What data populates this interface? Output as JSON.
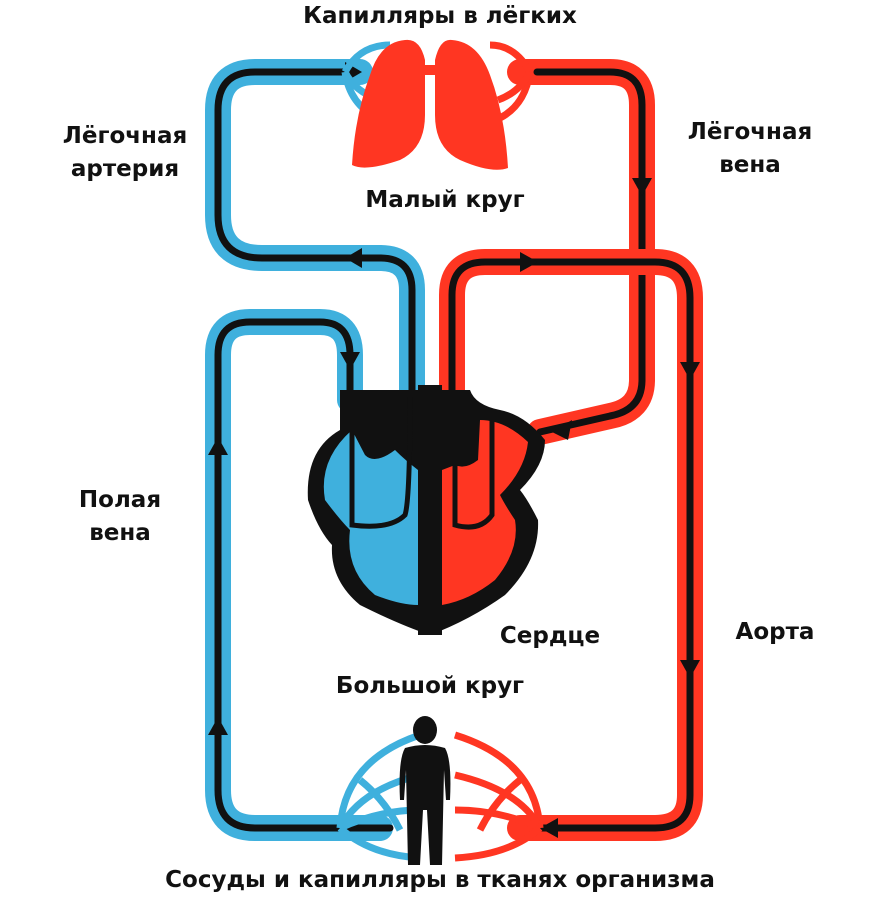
{
  "colors": {
    "deoxygenated": "#3fb0dd",
    "oxygenated": "#ff3622",
    "flow_line": "#111111",
    "heart_outline": "#111111"
  },
  "labels": {
    "lung_capillaries": "Капилляры в лёгких",
    "pulmonary_artery_line1": "Лёгочная",
    "pulmonary_artery_line2": "артерия",
    "pulmonary_vein_line1": "Лёгочная",
    "pulmonary_vein_line2": "вена",
    "small_circle": "Малый круг",
    "vena_cava_line1": "Полая",
    "vena_cava_line2": "вена",
    "heart": "Сердце",
    "aorta": "Аорта",
    "big_circle": "Большой круг",
    "tissue_capillaries": "Сосуды и капилляры в тканях организма"
  },
  "icons": {
    "lungs": "lungs-icon",
    "heart": "heart-icon",
    "human": "human-silhouette-icon"
  }
}
